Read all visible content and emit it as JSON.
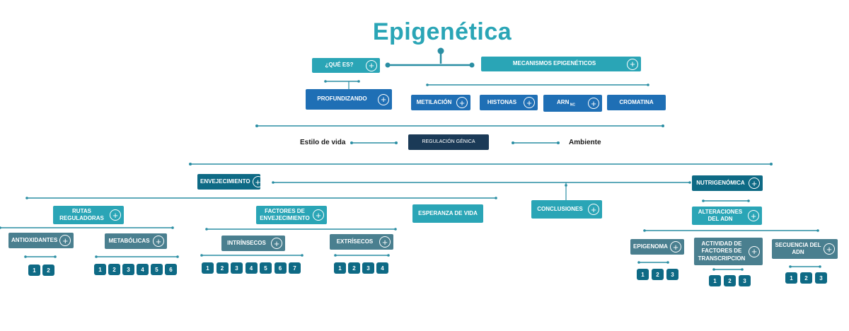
{
  "title": "Epigenética",
  "nodes": {
    "que_es": "¿QUÉ ES?",
    "mecanismos": "MECANISMOS EPIGENÉTICOS",
    "profundizando": "PROFUNDIZANDO",
    "metilacion": "METILACIÓN",
    "histonas": "HISTONAS",
    "arn": "ARN",
    "arn_sub": "NC",
    "cromatina": "CROMATINA",
    "regulacion": "REGULACIÓN GÉNICA",
    "estilo": "Estilo de vida",
    "ambiente": "Ambiente",
    "envejecimiento": "ENVEJECIMIENTO",
    "nutrigenomica": "NUTRIGENÓMICA",
    "rutas": "RUTAS REGULADORAS",
    "factores": "FACTORES DE ENVEJECIMIENTO",
    "esperanza": "ESPERANZA DE VIDA",
    "conclusiones": "CONCLUSIONES",
    "alteraciones": "ALTERACIONES DEL ADN",
    "antioxidantes": "ANTIOXIDANTES",
    "metabolicas": "METABÓLICAS",
    "intrinsecos": "INTRÍNSECOS",
    "extrinsecos": "EXTRÍSECOS",
    "epigenoma": "EPIGENOMA",
    "actividad": "ACTIVIDAD DE FACTORES DE TRANSCRIPCION",
    "secuencia": "SECUENCIA DEL ADN"
  },
  "number_groups": {
    "antioxidantes": [
      "1",
      "2"
    ],
    "metabolicas": [
      "1",
      "2",
      "3",
      "4",
      "5",
      "6"
    ],
    "intrinsecos": [
      "1",
      "2",
      "3",
      "4",
      "5",
      "6",
      "7"
    ],
    "extrinsecos": [
      "1",
      "2",
      "3",
      "4"
    ],
    "epigenoma": [
      "1",
      "2",
      "3"
    ],
    "actividad": [
      "1",
      "2",
      "3"
    ],
    "secuencia": [
      "1",
      "2",
      "3"
    ]
  },
  "colors": {
    "teal": "#2aa5b6",
    "blue": "#1f6fb5",
    "dark": "#1b3a57",
    "deep": "#0e6a85",
    "slate": "#4a7f8f"
  },
  "plus_icon": "plus-circle-icon"
}
